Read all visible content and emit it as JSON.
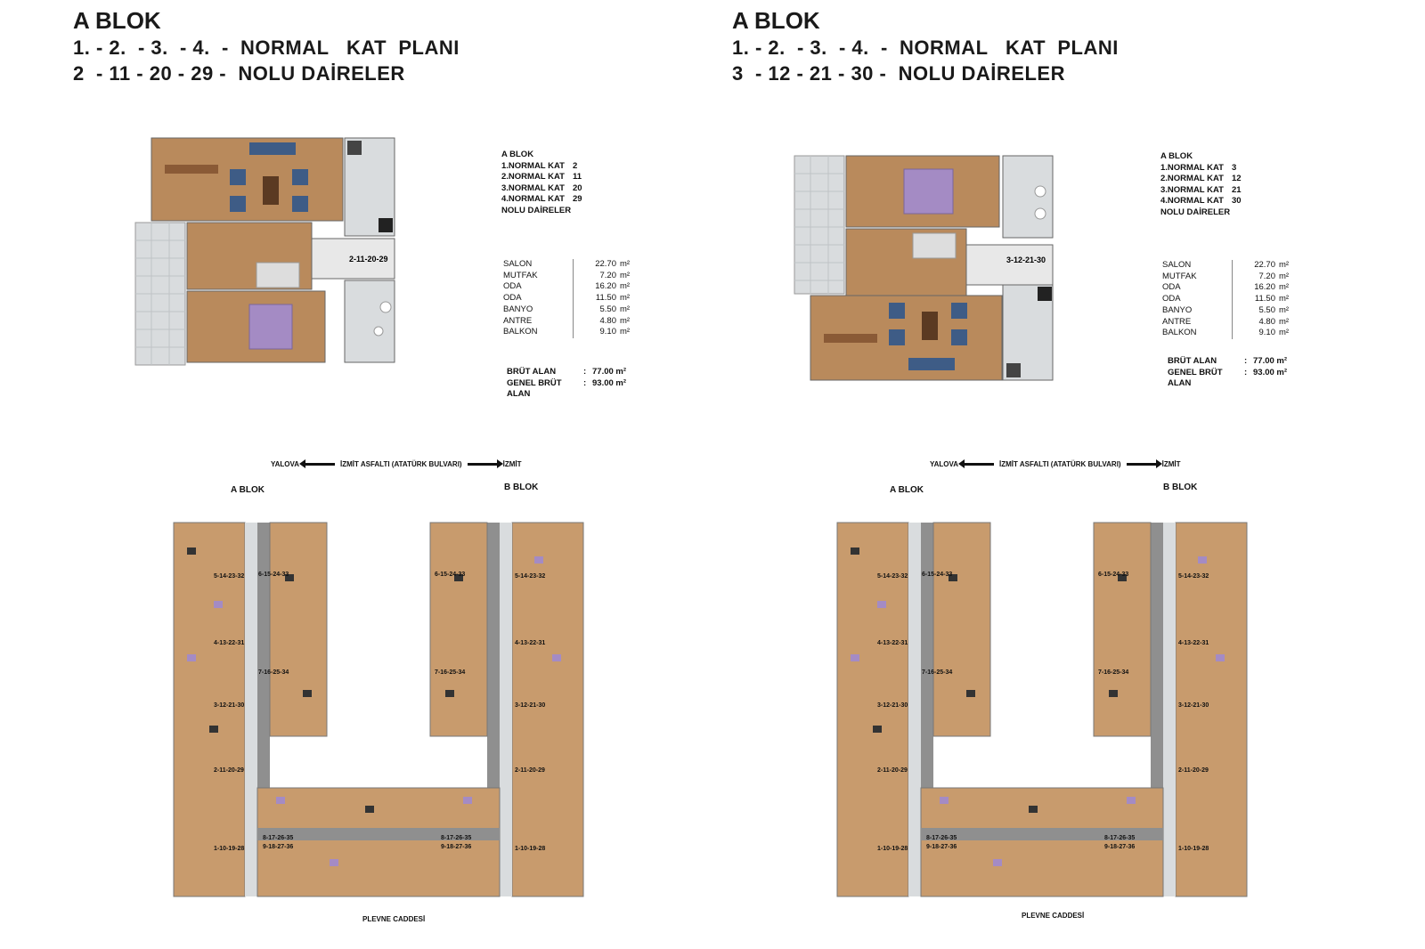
{
  "panels": [
    {
      "title1": "A BLOK",
      "title2": "1. - 2.  - 3.  - 4.  -  NORMAL   KAT  PLANI",
      "title3": "2  - 11 - 20 - 29 -  NOLU DAİRELER",
      "unit_label": "2-11-20-29",
      "info": {
        "header": "A BLOK",
        "rows": [
          {
            "k": "1.NORMAL KAT",
            "v": "2"
          },
          {
            "k": "2.NORMAL KAT",
            "v": "11"
          },
          {
            "k": "3.NORMAL KAT",
            "v": "20"
          },
          {
            "k": "4.NORMAL KAT",
            "v": "29"
          }
        ],
        "footer": "NOLU  DAİRELER"
      },
      "areas": [
        {
          "k": "SALON",
          "v": "22.70",
          "u": "m²"
        },
        {
          "k": "MUTFAK",
          "v": "7.20",
          "u": "m²"
        },
        {
          "k": "ODA",
          "v": "16.20",
          "u": "m²"
        },
        {
          "k": "ODA",
          "v": "11.50",
          "u": "m²"
        },
        {
          "k": "BANYO",
          "v": "5.50",
          "u": "m²"
        },
        {
          "k": "ANTRE",
          "v": "4.80",
          "u": "m²"
        },
        {
          "k": "BALKON",
          "v": "9.10",
          "u": "m²"
        }
      ],
      "totals": [
        {
          "k": "BRÜT ALAN",
          "c": ":",
          "v": "77.00 m²"
        },
        {
          "k": "GENEL BRÜT ALAN",
          "c": ":",
          "v": "93.00 m²"
        }
      ],
      "road_left": "YALOVA",
      "road_mid": "İZMİT ASFALTI (ATATÜRK BULVARI)",
      "road_right": "İZMİT",
      "block_a": "A  BLOK",
      "block_b": "B  BLOK",
      "street": "PLEVNE CADDESİ",
      "site_labels_left": [
        "5-14-23-32",
        "4-13-22-31",
        "3-12-21-30",
        "2-11-20-29",
        "1-10-19-28"
      ],
      "site_labels_left_inner": [
        "6-15-24-33",
        "7-16-25-34",
        "8-17-26-35",
        "9-18-27-36"
      ],
      "site_labels_right_inner": [
        "6-15-24-33",
        "7-16-25-34",
        "8-17-26-35",
        "9-18-27-36"
      ],
      "site_labels_right": [
        "5-14-23-32",
        "4-13-22-31",
        "3-12-21-30",
        "2-11-20-29",
        "1-10-19-28"
      ]
    },
    {
      "title1": "A BLOK",
      "title2": "1. - 2.  - 3.  - 4.  -  NORMAL   KAT  PLANI",
      "title3": "3  - 12 - 21 - 30 -  NOLU DAİRELER",
      "unit_label": "3-12-21-30",
      "info": {
        "header": "A BLOK",
        "rows": [
          {
            "k": "1.NORMAL KAT",
            "v": "3"
          },
          {
            "k": "2.NORMAL KAT",
            "v": "12"
          },
          {
            "k": "3.NORMAL KAT",
            "v": "21"
          },
          {
            "k": "4.NORMAL KAT",
            "v": "30"
          }
        ],
        "footer": "NOLU  DAİRELER"
      },
      "areas": [
        {
          "k": "SALON",
          "v": "22.70",
          "u": "m²"
        },
        {
          "k": "MUTFAK",
          "v": "7.20",
          "u": "m²"
        },
        {
          "k": "ODA",
          "v": "16.20",
          "u": "m²"
        },
        {
          "k": "ODA",
          "v": "11.50",
          "u": "m²"
        },
        {
          "k": "BANYO",
          "v": "5.50",
          "u": "m²"
        },
        {
          "k": "ANTRE",
          "v": "4.80",
          "u": "m²"
        },
        {
          "k": "BALKON",
          "v": "9.10",
          "u": "m²"
        }
      ],
      "totals": [
        {
          "k": "BRÜT ALAN",
          "c": ":",
          "v": "77.00 m²"
        },
        {
          "k": "GENEL BRÜT ALAN",
          "c": ":",
          "v": "93.00 m²"
        }
      ],
      "road_left": "YALOVA",
      "road_mid": "İZMİT ASFALTI (ATATÜRK BULVARI)",
      "road_right": "İZMİT",
      "block_a": "A  BLOK",
      "block_b": "B  BLOK",
      "street": "PLEVNE CADDESİ",
      "site_labels_left": [
        "5-14-23-32",
        "4-13-22-31",
        "3-12-21-30",
        "2-11-20-29",
        "1-10-19-28"
      ],
      "site_labels_left_inner": [
        "6-15-24-33",
        "7-16-25-34",
        "8-17-26-35",
        "9-18-27-36"
      ],
      "site_labels_right_inner": [
        "6-15-24-33",
        "7-16-25-34",
        "8-17-26-35",
        "9-18-27-36"
      ],
      "site_labels_right": [
        "5-14-23-32",
        "4-13-22-31",
        "3-12-21-30",
        "2-11-20-29",
        "1-10-19-28"
      ]
    }
  ],
  "colors": {
    "wood": "#b98a5c",
    "tile": "#d9dcde",
    "wall": "#f4f4f4",
    "sofa": "#3e5c86",
    "bed": "#a48bc4",
    "corridor": "#8f8f8f"
  }
}
